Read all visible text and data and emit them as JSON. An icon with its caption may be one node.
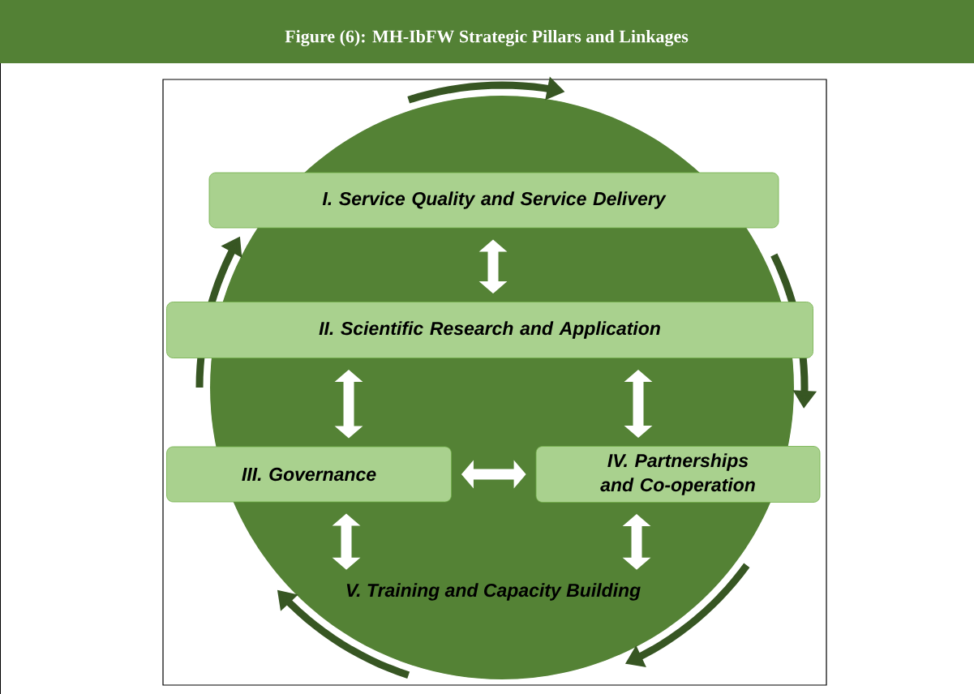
{
  "diagram": {
    "title": "Figure (6): MH-IbFW Strategic Pillars and Linkages",
    "nodes": [
      {
        "text": [
          "I. Service Quality and Service Delivery"
        ]
      },
      {
        "text": [
          "II. Scientific Research and Application"
        ]
      },
      {
        "text": [
          "III. Governance"
        ]
      },
      {
        "text": [
          "IV. Partnerships and Co-operation"
        ]
      },
      {
        "text": [
          "V. Training and Capacity Building"
        ]
      }
    ],
    "edges": [
      {
        "from": 0,
        "to": 1,
        "arrow": "both"
      },
      {
        "from": 1,
        "to": 2,
        "arrow": "both"
      },
      {
        "from": 1,
        "to": 3,
        "arrow": "both"
      },
      {
        "from": 2,
        "to": 3,
        "arrow": "both"
      },
      {
        "from": 2,
        "to": 4,
        "arrow": "both"
      },
      {
        "from": 3,
        "to": 4,
        "arrow": "both"
      }
    ]
  }
}
